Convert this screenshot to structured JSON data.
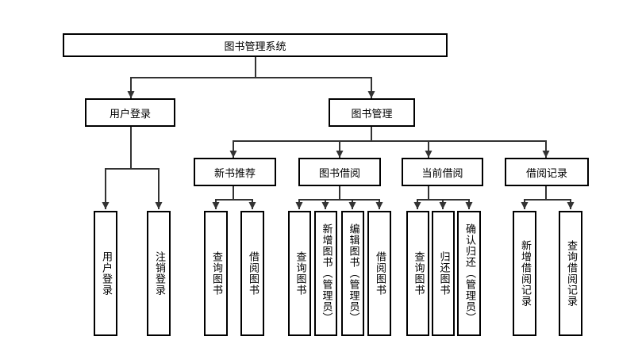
{
  "root": {
    "label": "图书管理系统"
  },
  "user_login": {
    "label": "用户登录",
    "children": [
      {
        "label": "用户登录"
      },
      {
        "label": "注销登录"
      }
    ]
  },
  "book_mgmt": {
    "label": "图书管理",
    "groups": [
      {
        "label": "新书推荐",
        "children": [
          {
            "label": "查询图书"
          },
          {
            "label": "借阅图书"
          }
        ]
      },
      {
        "label": "图书借阅",
        "children": [
          {
            "label": "查询图书"
          },
          {
            "label": "新增图书（管理员）"
          },
          {
            "label": "编辑图书（管理员）"
          },
          {
            "label": "借阅图书"
          }
        ]
      },
      {
        "label": "当前借阅",
        "children": [
          {
            "label": "查询图书"
          },
          {
            "label": "归还图书"
          },
          {
            "label": "确认归还（管理员）"
          }
        ]
      },
      {
        "label": "借阅记录",
        "children": [
          {
            "label": "新增借阅记录"
          },
          {
            "label": "查询借阅记录"
          }
        ]
      }
    ]
  }
}
